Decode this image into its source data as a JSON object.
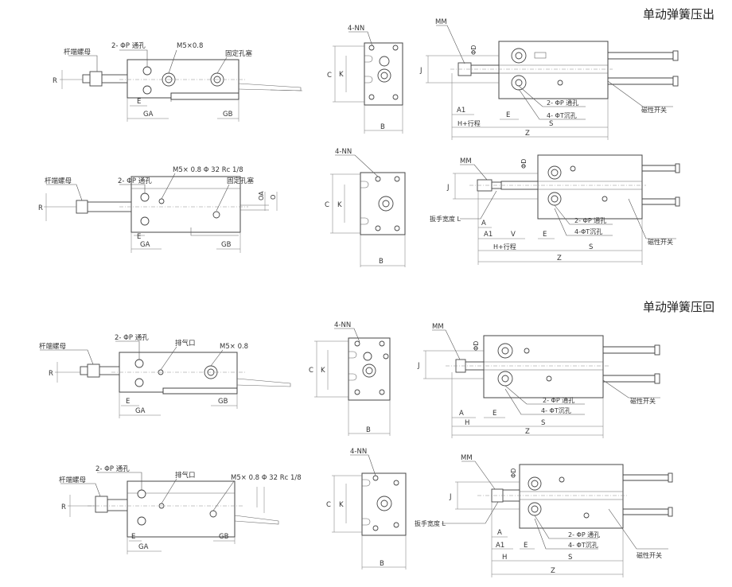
{
  "headings": {
    "extend": "单动弹簧压出",
    "retract": "单动弹簧压回"
  },
  "labels": {
    "rod_nut": "杆端螺母",
    "rod_nut_alt": "杆端螺母",
    "p_thru_2": "2- ΦP 通孔",
    "p_thru_2_b": "2- ΦP 通孔",
    "p_thru_2_c": "2- ΦP 通孔",
    "p_thru_2_d": "2- ΦP 通孔",
    "p_thru_right_1": "2- ΦP 通孔",
    "p_thru_right_2": "2- ΦP 通孔",
    "p_thru_right_3": "2- ΦP 通孔",
    "p_thru_right_4": "2- ΦP 通孔",
    "m5": "M5×0.8",
    "m5_b": "M5× 0.8",
    "m5_rc": "M5× 0.8 Φ 32 Rc 1/8",
    "m5_rc_b": "M5× 0.8 Φ 32 Rc 1/8",
    "fixed_plug": "固定孔塞",
    "fixed_plug_b": "固定孔塞",
    "exhaust": "排气口",
    "exhaust_b": "排气口",
    "nn": "4-NN",
    "nn_b": "4-NN",
    "nn_c": "4-NN",
    "nn_d": "4-NN",
    "mm": "MM",
    "mm_b": "MM",
    "mm_c": "MM",
    "mm_d": "MM",
    "t_counterbore": "4- ΦT沉孔",
    "t_counterbore_b": "4-ΦT沉孔",
    "t_counterbore_c": "4- ΦT沉孔",
    "t_counterbore_d": "4- ΦT沉孔",
    "magnetic_switch": "磁性开关",
    "magnetic_switch_b": "磁性开关",
    "magnetic_switch_c": "磁性开关",
    "magnetic_switch_d": "磁性开关",
    "wrench_width": "扳手宽度 L",
    "wrench_width_b": "扳手宽度  L",
    "h_stroke": "H+行程",
    "h_stroke_b": "H+行程"
  },
  "dims": {
    "R": "R",
    "E": "E",
    "GA": "GA",
    "GB": "GB",
    "OA": "OA",
    "O": "O",
    "C": "C",
    "K": "K",
    "B": "B",
    "J": "J",
    "A": "A",
    "A1": "A1",
    "H": "H",
    "S": "S",
    "Z": "Z",
    "V": "V",
    "PhiD": "ΦD"
  }
}
